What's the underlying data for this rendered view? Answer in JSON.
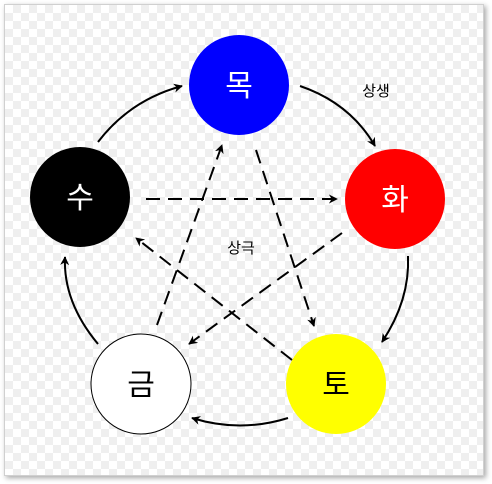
{
  "diagram": {
    "elements": [
      {
        "id": "wood",
        "label": "목",
        "fill": "#0000ff",
        "text_color": "#ffffff"
      },
      {
        "id": "fire",
        "label": "화",
        "fill": "#ff0000",
        "text_color": "#ffffff"
      },
      {
        "id": "earth",
        "label": "토",
        "fill": "#ffff00",
        "text_color": "#000000"
      },
      {
        "id": "metal",
        "label": "금",
        "fill": "#ffffff",
        "text_color": "#000000"
      },
      {
        "id": "water",
        "label": "수",
        "fill": "#000000",
        "text_color": "#ffffff"
      }
    ],
    "generating_label": "상생",
    "overcoming_label": "상극",
    "generating_cycle": [
      [
        "wood",
        "fire"
      ],
      [
        "fire",
        "earth"
      ],
      [
        "earth",
        "metal"
      ],
      [
        "metal",
        "water"
      ],
      [
        "water",
        "wood"
      ]
    ],
    "overcoming_cycle": [
      [
        "wood",
        "earth"
      ],
      [
        "earth",
        "water"
      ],
      [
        "water",
        "fire"
      ],
      [
        "fire",
        "metal"
      ],
      [
        "metal",
        "wood"
      ]
    ]
  }
}
